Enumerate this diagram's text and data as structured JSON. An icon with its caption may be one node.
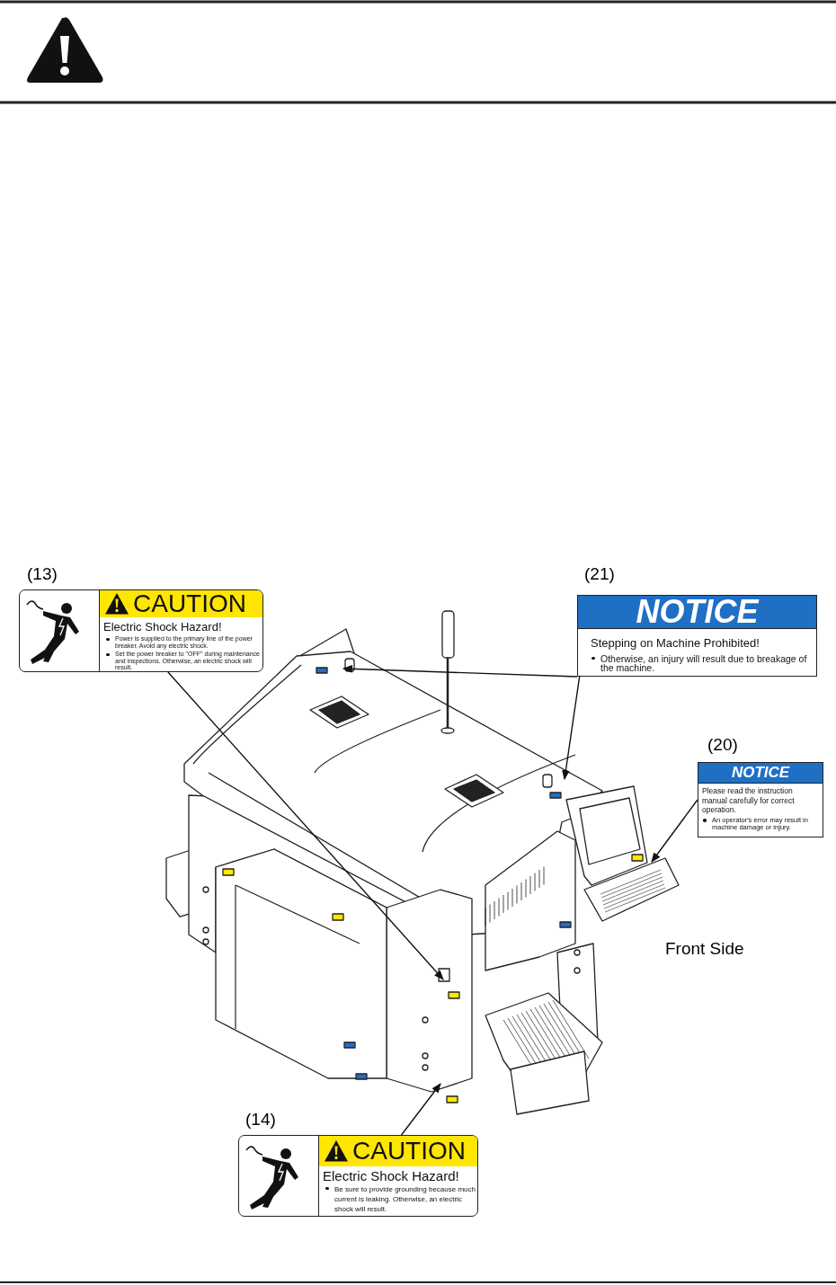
{
  "diagram": {
    "nodes": [
      {
        "text": [
          "CAUTION",
          "Electric Shock Hazard!",
          "Power is supplied to the primary line of the power breaker. Avoid any electric shock.",
          "Set the power breaker to \"OFF\" during maintenance and inspections. Otherwise, an electric shock will result."
        ],
        "beside": [
          "(13)"
        ]
      },
      {
        "text": [
          "NOTICE",
          "Stepping on Machine Prohibited!",
          "Otherwise, an injury will result due to breakage of the machine."
        ],
        "beside": [
          "(21)"
        ]
      },
      {
        "text": [
          "NOTICE",
          "Please read the instruction manual carefully for correct operation.",
          "An operator's error may result in machine damage or injury."
        ],
        "beside": [
          "(20)"
        ]
      },
      {
        "text": [
          "CAUTION",
          "Electric Shock Hazard!",
          "Be sure to provide grounding because much current is leaking. Otherwise, an electric shock will result."
        ],
        "beside": [
          "(14)"
        ]
      }
    ],
    "edges": [
      {
        "from": 0,
        "to": null,
        "arrow": "to"
      },
      {
        "from": 1,
        "to": null,
        "arrow": "to"
      },
      {
        "from": 1,
        "to": null,
        "arrow": "to"
      },
      {
        "from": 2,
        "to": null,
        "arrow": "to"
      },
      {
        "from": 3,
        "to": null,
        "arrow": "to"
      }
    ],
    "labels": [
      "Front Side"
    ]
  }
}
